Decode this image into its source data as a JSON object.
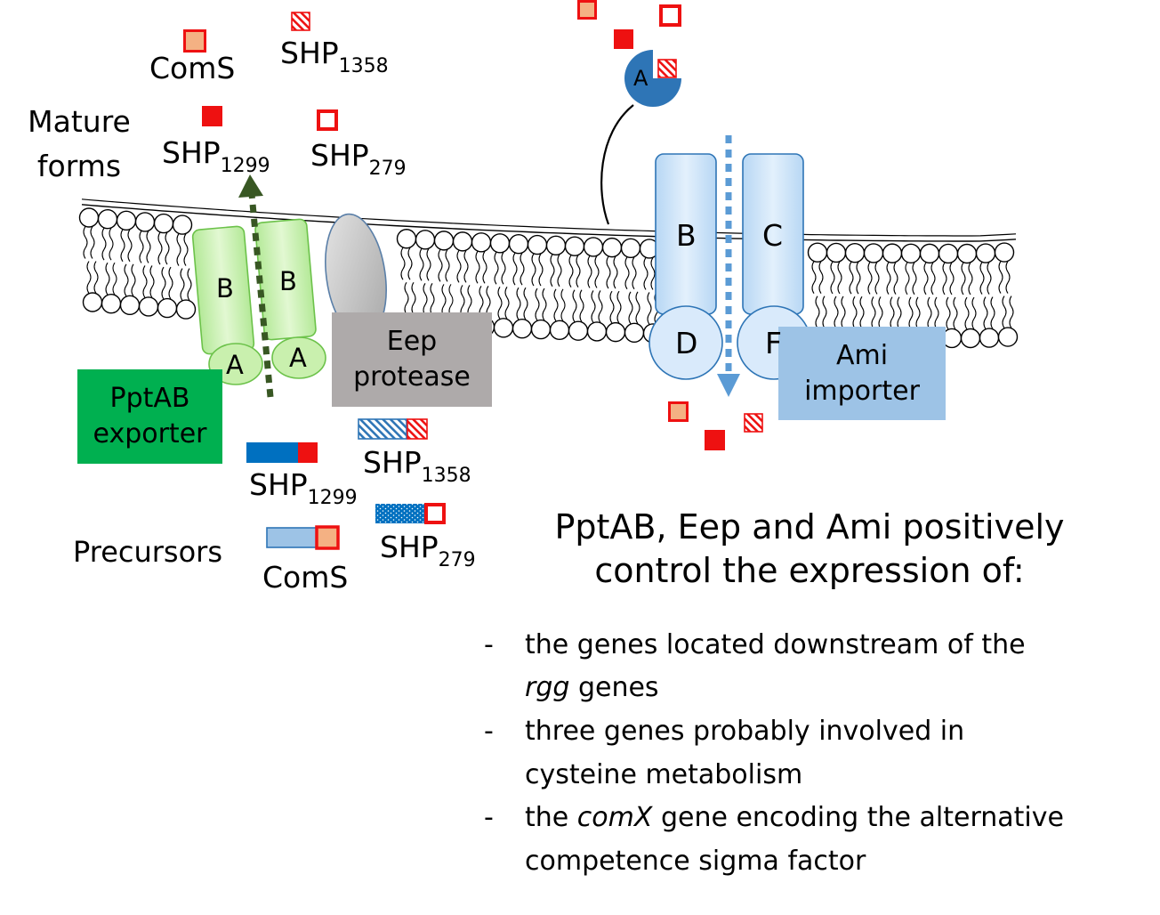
{
  "colors": {
    "red": "#ee1111",
    "orange_fill": "#f4b183",
    "green_box": "#00b050",
    "grey_box": "#aeaaaa",
    "blue_box": "#9dc3e6",
    "dark_blue": "#2e75b6",
    "light_blue": "#5b9bd5",
    "precursor_blue": "#0070c0",
    "arrow_green": "#385723",
    "transporter_green": "#c9f0ae"
  },
  "icons": [
    "membrane-bilayer",
    "export-arrow",
    "import-arrow",
    "hatched-square",
    "filled-square",
    "open-square",
    "pacman-binding-protein"
  ],
  "labels": {
    "mature_forms": [
      "Mature",
      "forms"
    ],
    "precursors": "Precursors",
    "coms_mature": "ComS",
    "shp1358_mature": {
      "base": "SHP",
      "sub": "1358"
    },
    "shp1299_mature": {
      "base": "SHP",
      "sub": "1299"
    },
    "shp279_mature": {
      "base": "SHP",
      "sub": "279"
    },
    "shp1299_precursor": {
      "base": "SHP",
      "sub": "1299"
    },
    "shp1358_precursor": {
      "base": "SHP",
      "sub": "1358"
    },
    "shp279_precursor": {
      "base": "SHP",
      "sub": "279"
    },
    "coms_precursor": "ComS"
  },
  "pptab": {
    "subunit_b_left": "B",
    "subunit_b_right": "B",
    "subunit_a_left": "A",
    "subunit_a_right": "A",
    "box_lines": [
      "PptAB",
      "exporter"
    ]
  },
  "eep": {
    "box_lines": [
      "Eep",
      "protease"
    ]
  },
  "ami": {
    "subunit_b": "B",
    "subunit_c": "C",
    "subunit_d": "D",
    "subunit_f": "F",
    "binding_protein": "A",
    "box_lines": [
      "Ami",
      "importer"
    ]
  },
  "summary": {
    "headline": [
      "PptAB, Eep and Ami positively",
      "control the expression of:"
    ],
    "bullets": [
      {
        "dash": "-",
        "segments": [
          {
            "text": "the genes located downstream of the"
          },
          {
            "br": true
          },
          {
            "text": "rgg",
            "italic": true
          },
          {
            "text": " genes"
          }
        ]
      },
      {
        "dash": "-",
        "segments": [
          {
            "text": "three genes probably involved in"
          },
          {
            "br": true
          },
          {
            "text": "cysteine metabolism"
          }
        ]
      },
      {
        "dash": "-",
        "segments": [
          {
            "text": "the "
          },
          {
            "text": "comX",
            "italic": true
          },
          {
            "text": " gene encoding the alternative"
          },
          {
            "br": true
          },
          {
            "text": "competence sigma factor"
          }
        ]
      }
    ]
  }
}
